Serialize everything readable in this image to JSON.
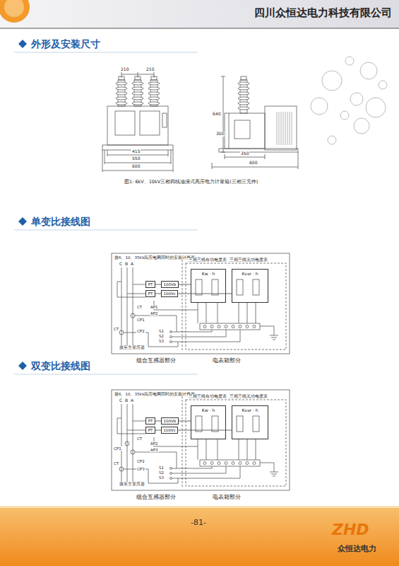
{
  "diagram": {
    "title": "四川众恒达电力科技有限公司",
    "caption": "图1: 6kV、10kV三相四线油浸式高压电力计量箱(三相三元件)",
    "nodes": [
      {
        "text": [
          "PT"
        ]
      },
      {
        "text": [
          "PT"
        ]
      },
      {
        "text": [
          "100Vb"
        ]
      },
      {
        "text": [
          "100Vc"
        ]
      },
      {
        "text": [
          "Kw · h"
        ]
      },
      {
        "text": [
          "Kvar · h"
        ]
      },
      {
        "text": [
          "PT"
        ]
      },
      {
        "text": [
          "PT"
        ]
      },
      {
        "text": [
          "100Vb"
        ]
      },
      {
        "text": [
          "100Vc"
        ]
      },
      {
        "text": [
          "Kw · h"
        ]
      },
      {
        "text": [
          "Kvar · h"
        ]
      }
    ],
    "edges": [
      {
        "from": 0,
        "to": 2,
        "arrow": "none"
      },
      {
        "from": 1,
        "to": 3,
        "arrow": "none"
      },
      {
        "from": 2,
        "to": 4,
        "arrow": "none"
      },
      {
        "from": 3,
        "to": 5,
        "arrow": "none"
      },
      {
        "from": 6,
        "to": 8,
        "arrow": "none"
      },
      {
        "from": 7,
        "to": 9,
        "arrow": "none"
      },
      {
        "from": 8,
        "to": 10,
        "arrow": "none"
      },
      {
        "from": 9,
        "to": 11,
        "arrow": "none"
      }
    ],
    "labels": [
      "外形及安装尺寸",
      "210",
      "210",
      "415",
      "550",
      "600",
      "640",
      "300",
      "350",
      "600",
      "单变比接线图",
      "接6、10、35kV高压电网同时的安装计量器",
      "三相三线有功电度表",
      "三相三线无功电度表",
      "C",
      "B",
      "A",
      "AP1",
      "AP2",
      "CT",
      "CP1",
      "CT",
      "CP2",
      "S1",
      "S2",
      "S3",
      "接至主变压器",
      "组合互感器部分",
      "电表箱部分",
      "双变比接线图",
      "接6、10、35kV高压电网同时的安装计量器",
      "三相三线有功电度表",
      "三相三线无功电度表",
      "C",
      "B",
      "A",
      "CT",
      "AP2",
      "AP3",
      "CP1",
      "CT",
      "CP2",
      "CP3",
      "S1",
      "S2",
      "S3",
      "接至主变压器",
      "组合互感器部分",
      "电表箱部分",
      "-81-",
      "ZHD",
      "众恒达电力"
    ]
  }
}
